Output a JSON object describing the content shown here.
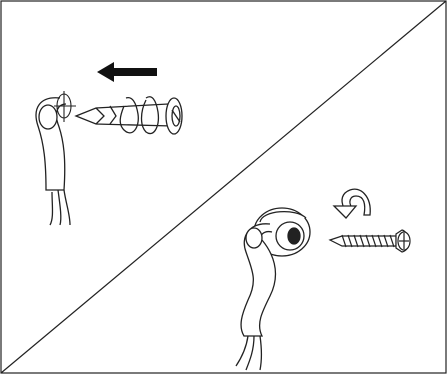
{
  "figure": {
    "panels": [
      {
        "id": "step-1",
        "illustration": "twist-anchor-being-inserted-into-hole"
      },
      {
        "id": "step-2",
        "illustration": "anchor-installed-and-screw-ready"
      }
    ],
    "icons": {
      "direction_arrow": "left-arrow-icon",
      "rotation_arrow": "counterclockwise-arrow-icon",
      "anchor": "spiral-drywall-anchor-icon",
      "screw": "wood-screw-icon"
    },
    "colors": {
      "stroke": "#222222",
      "fill": "#ffffff",
      "arrow": "#111111"
    }
  }
}
